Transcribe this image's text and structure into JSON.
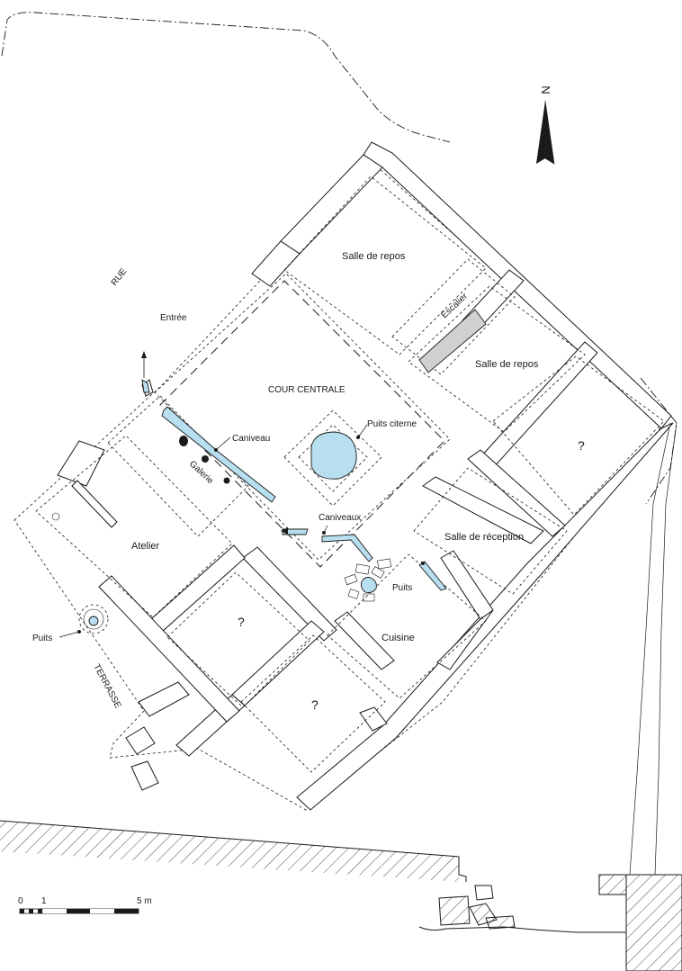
{
  "labels": {
    "rue": "RUE",
    "entree": "Entrée",
    "salle_repos_1": "Salle de repos",
    "escalier": "Escalier",
    "salle_repos_2": "Salle de repos",
    "cour_centrale": "COUR CENTRALE",
    "puits_citerne": "Puits citerne",
    "caniveau": "Caniveau",
    "galerie": "Galerie",
    "caniveaux": "Caniveaux",
    "salle_reception": "Salle de réception",
    "atelier": "Atelier",
    "puits_cuisine": "Puits",
    "cuisine": "Cuisine",
    "puits_terrasse": "Puits",
    "terrasse": "TERRASSE",
    "unknown_1": "?",
    "unknown_2": "?",
    "unknown_3": "?"
  },
  "north_arrow": {
    "letter": "N"
  },
  "scale_bar": {
    "label_0": "0",
    "label_1": "1",
    "label_5": "5 m"
  },
  "colors": {
    "water": "#b7dff0",
    "ink": "#1a1a1a",
    "stair": "#d0d0d0"
  },
  "icons": [
    "north-arrow-icon",
    "entrance-arrow-icon",
    "drain-flow-arrow-icon"
  ]
}
